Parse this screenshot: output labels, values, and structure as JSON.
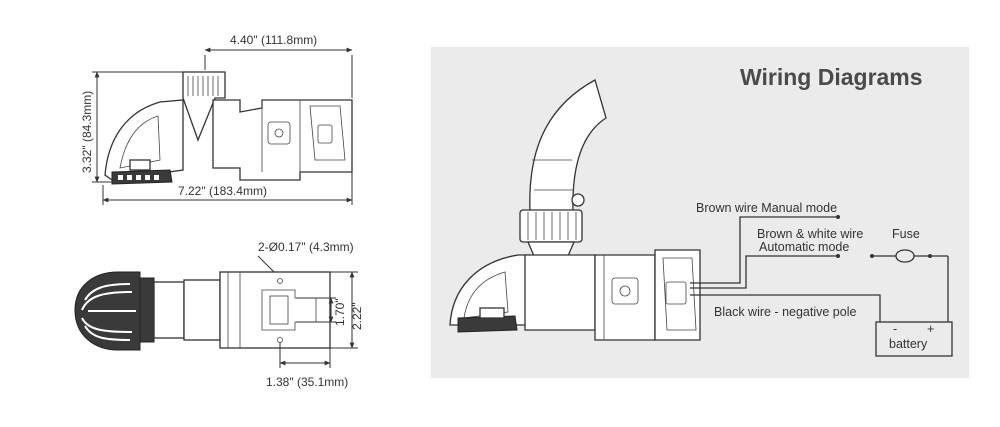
{
  "dimensions": {
    "length_top": "4.40\" (111.8mm)",
    "height": "3.32\" (84.3mm)",
    "length_total": "7.22\" (183.4mm)",
    "hole_spec": "2-Ø0.17\" (4.3mm)",
    "hole_spacing": "1.70\"",
    "base_width": "2.22\"",
    "base_depth": "1.38\" (35.1mm)"
  },
  "wiring": {
    "title": "Wiring Diagrams",
    "manual_label": "Brown wire Manual mode",
    "auto_label_line1": "Brown & white wire",
    "auto_label_line2": "Automatic mode",
    "negative_label": "Black wire - negative pole",
    "fuse_label": "Fuse",
    "battery_label": "battery",
    "battery_minus": "-",
    "battery_plus": "+"
  },
  "colors": {
    "panel_bg": "#ebebeb",
    "line": "#333333",
    "title": "#4a4a4a"
  }
}
